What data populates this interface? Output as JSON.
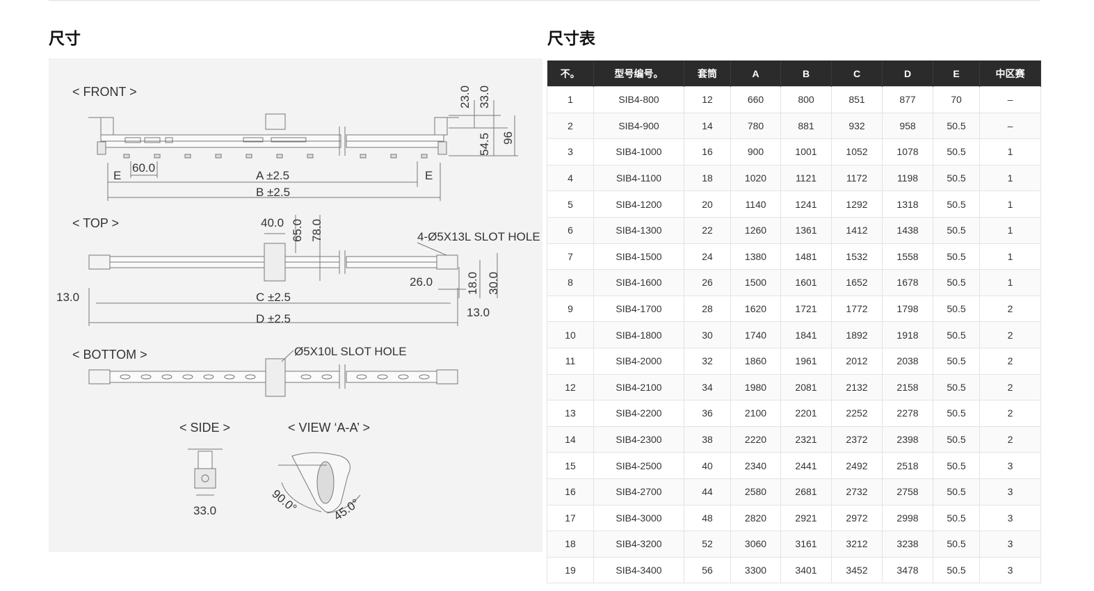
{
  "left_section": {
    "title": "尺寸",
    "drawing": {
      "views": {
        "front": "< FRONT >",
        "top": "< TOP >",
        "bottom": "< BOTTOM >",
        "side": "< SIDE >",
        "view_aa": "< VIEW ‘A-A’ >"
      },
      "front_dims": {
        "e_left": "E",
        "d60": "60.0",
        "a": "A ±2.5",
        "e_right": "E",
        "b": "B ±2.5",
        "d23": "23.0",
        "d33": "33.0",
        "d54": "54.5",
        "d96": "96"
      },
      "top_dims": {
        "d40": "40.0",
        "d65": "65.0",
        "d78": "78.0",
        "slot": "4-Ø5X13L SLOT HOLE",
        "d26": "26.0",
        "d18": "18.0",
        "d30": "30.0",
        "d13_left": "13.0",
        "c": "C ±2.5",
        "d13_right": "13.0",
        "d": "D ±2.5"
      },
      "bottom_dims": {
        "slot": "Ø5X10L SLOT HOLE"
      },
      "side_dims": {
        "d33": "33.0"
      },
      "aa_dims": {
        "a90": "90.0°",
        "a45": "45.0°"
      }
    }
  },
  "right_section": {
    "title": "尺寸表",
    "table": {
      "headers": [
        "不。",
        "型号编号。",
        "套筒",
        "A",
        "B",
        "C",
        "D",
        "E",
        "中区赛"
      ],
      "rows": [
        [
          "1",
          "SIB4-800",
          "12",
          "660",
          "800",
          "851",
          "877",
          "70",
          "–"
        ],
        [
          "2",
          "SIB4-900",
          "14",
          "780",
          "881",
          "932",
          "958",
          "50.5",
          "–"
        ],
        [
          "3",
          "SIB4-1000",
          "16",
          "900",
          "1001",
          "1052",
          "1078",
          "50.5",
          "1"
        ],
        [
          "4",
          "SIB4-1100",
          "18",
          "1020",
          "1121",
          "1172",
          "1198",
          "50.5",
          "1"
        ],
        [
          "5",
          "SIB4-1200",
          "20",
          "1140",
          "1241",
          "1292",
          "1318",
          "50.5",
          "1"
        ],
        [
          "6",
          "SIB4-1300",
          "22",
          "1260",
          "1361",
          "1412",
          "1438",
          "50.5",
          "1"
        ],
        [
          "7",
          "SIB4-1500",
          "24",
          "1380",
          "1481",
          "1532",
          "1558",
          "50.5",
          "1"
        ],
        [
          "8",
          "SIB4-1600",
          "26",
          "1500",
          "1601",
          "1652",
          "1678",
          "50.5",
          "1"
        ],
        [
          "9",
          "SIB4-1700",
          "28",
          "1620",
          "1721",
          "1772",
          "1798",
          "50.5",
          "2"
        ],
        [
          "10",
          "SIB4-1800",
          "30",
          "1740",
          "1841",
          "1892",
          "1918",
          "50.5",
          "2"
        ],
        [
          "11",
          "SIB4-2000",
          "32",
          "1860",
          "1961",
          "2012",
          "2038",
          "50.5",
          "2"
        ],
        [
          "12",
          "SIB4-2100",
          "34",
          "1980",
          "2081",
          "2132",
          "2158",
          "50.5",
          "2"
        ],
        [
          "13",
          "SIB4-2200",
          "36",
          "2100",
          "2201",
          "2252",
          "2278",
          "50.5",
          "2"
        ],
        [
          "14",
          "SIB4-2300",
          "38",
          "2220",
          "2321",
          "2372",
          "2398",
          "50.5",
          "2"
        ],
        [
          "15",
          "SIB4-2500",
          "40",
          "2340",
          "2441",
          "2492",
          "2518",
          "50.5",
          "3"
        ],
        [
          "16",
          "SIB4-2700",
          "44",
          "2580",
          "2681",
          "2732",
          "2758",
          "50.5",
          "3"
        ],
        [
          "17",
          "SIB4-3000",
          "48",
          "2820",
          "2921",
          "2972",
          "2998",
          "50.5",
          "3"
        ],
        [
          "18",
          "SIB4-3200",
          "52",
          "3060",
          "3161",
          "3212",
          "3238",
          "50.5",
          "3"
        ],
        [
          "19",
          "SIB4-3400",
          "56",
          "3300",
          "3401",
          "3452",
          "3478",
          "50.5",
          "3"
        ]
      ]
    }
  }
}
